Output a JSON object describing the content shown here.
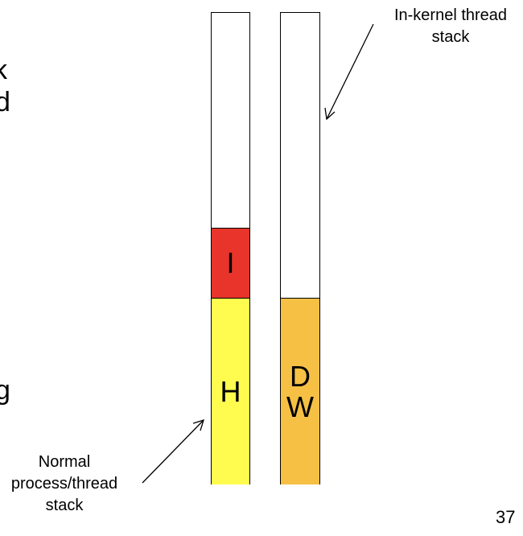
{
  "left_fragments": [
    "k",
    "d",
    "g"
  ],
  "stack1": {
    "segments": [
      {
        "label": "I",
        "color": "#e8342a"
      },
      {
        "label": "H",
        "color": "#fffb4f"
      }
    ]
  },
  "stack2": {
    "segments": [
      {
        "label_lines": [
          "D",
          "W"
        ],
        "color": "#f5c044"
      }
    ]
  },
  "labels": {
    "kernel_stack": [
      "In-kernel thread",
      "stack"
    ],
    "normal_stack": [
      "Normal",
      "process/thread",
      "stack"
    ]
  },
  "page_number": "37"
}
